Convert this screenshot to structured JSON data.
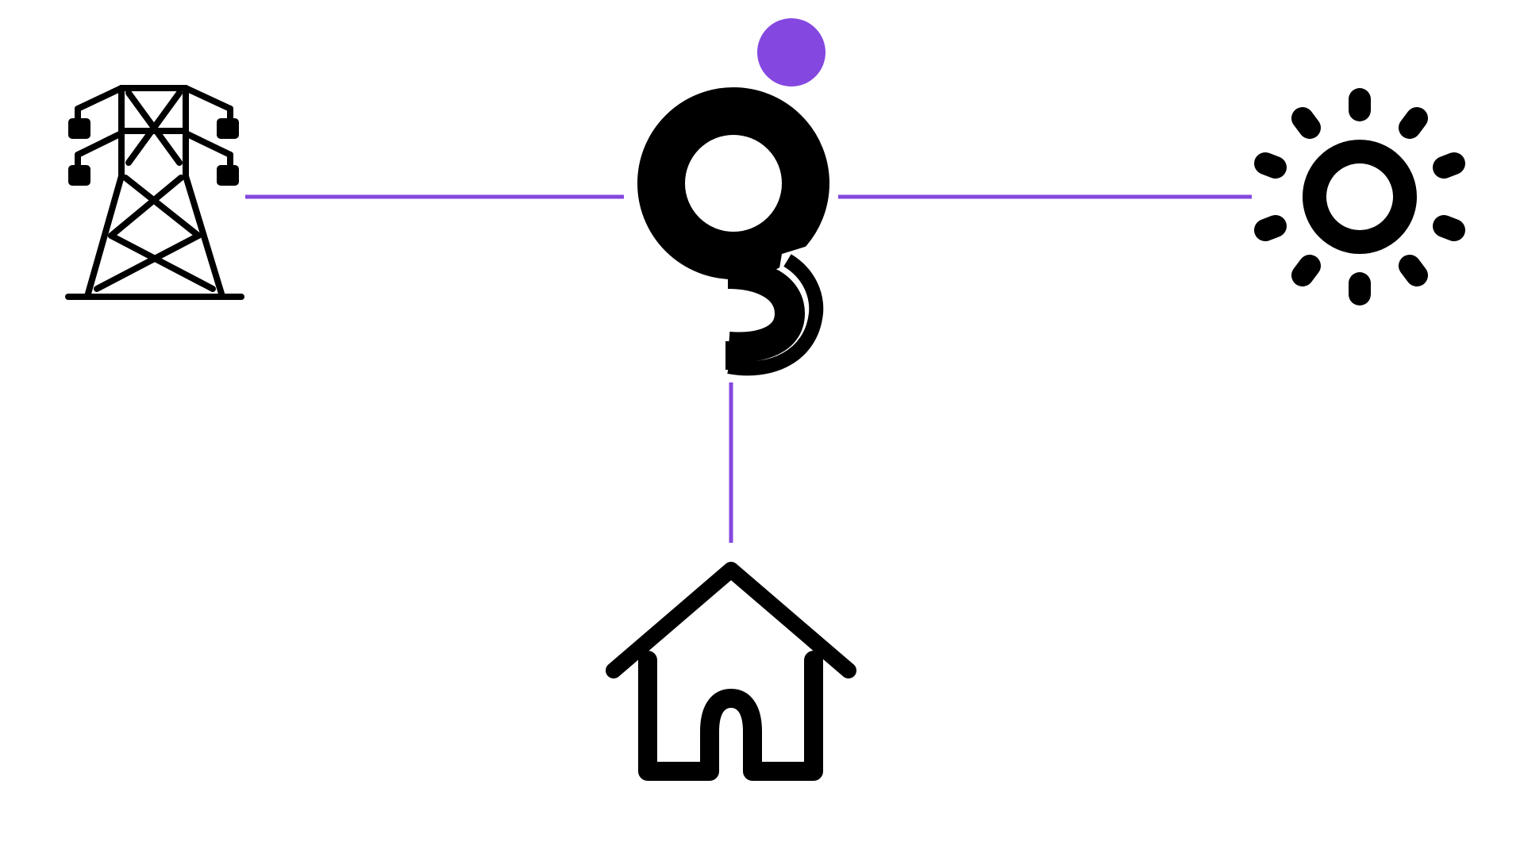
{
  "diagram": {
    "nodes": [
      {
        "id": "grid",
        "icon": "transmission-tower-icon"
      },
      {
        "id": "hub",
        "icon": "g-brand-logo-icon"
      },
      {
        "id": "solar",
        "icon": "sun-icon"
      },
      {
        "id": "home",
        "icon": "house-icon"
      }
    ],
    "edges": [
      {
        "from": "grid",
        "to": "hub"
      },
      {
        "from": "hub",
        "to": "solar"
      },
      {
        "from": "hub",
        "to": "home"
      }
    ],
    "colors": {
      "connector": "#8447df",
      "accent_dot": "#8447df",
      "icon": "#000000",
      "background": "#ffffff"
    }
  }
}
